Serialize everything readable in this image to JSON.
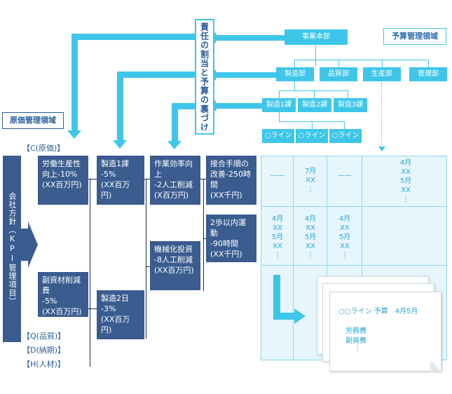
{
  "vertical_banner": "責任の割当と予算の裏づけ",
  "budget_region_label": "予算管理領域",
  "cost_region_label": "原価管理領域",
  "org": {
    "hq": "事業本部",
    "departments": [
      "製造部",
      "品質部",
      "生産部",
      "管理部"
    ],
    "sections": [
      "製造1課",
      "製造2課",
      "製造3課"
    ],
    "lines": [
      "○ライン",
      "○ライン",
      "○ライン"
    ]
  },
  "left_labels": {
    "c": "【C(原価)】",
    "q": "【Q(品質)】",
    "d": "【D(納期)】",
    "h": "【H(人材)】"
  },
  "policy": "会社方針（KPI管理項目）",
  "kpi": {
    "col1_top": [
      "労働生産性",
      "向上-10%",
      "(XX百万円)"
    ],
    "col1_bottom": [
      "副資材削減費",
      "-5%",
      "(XX百万円)"
    ],
    "col2_top": [
      "製造1課",
      "-5%",
      "(XX百万円)"
    ],
    "col2_bottom": [
      "製造2日",
      "-3%",
      "(XX百万円)"
    ],
    "col3_top": [
      "作業効率向上",
      "-2人工削減",
      "(X百万円)"
    ],
    "col3_bottom": [
      "機械化投資",
      "-8人工削減",
      "(XX百万円)"
    ],
    "col4_top": [
      "接合手順の",
      "改善-250時間",
      "(XX千円)"
    ],
    "col4_bottom": [
      "2歩以内運動",
      "-90時間",
      "(XX千円)"
    ]
  },
  "grid": {
    "r1c1": "——",
    "r1c2": "7月\nXX\n⋮",
    "r1c3": "——",
    "r1c4": "4月\nXX\n5月\nXX\n⋮",
    "r2c1": "4月\nXX\n5月\nXX\n⋮",
    "r2c2": "4月\nXX\n5月\nXX\n⋮",
    "r2c3": "4月\nXX\n5月\nXX\n⋮"
  },
  "budget_doc": {
    "title": "○○ライン 予算　4月5月",
    "items": [
      "労務費",
      "副資費",
      "⋮"
    ]
  }
}
